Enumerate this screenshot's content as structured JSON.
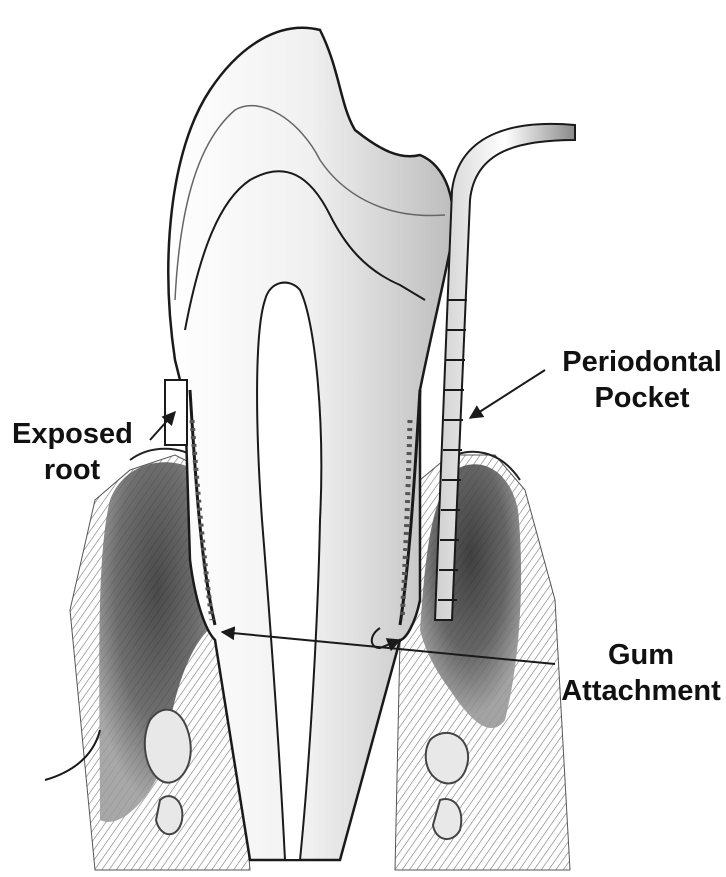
{
  "labels": {
    "exposed_root": [
      "Exposed",
      "root"
    ],
    "periodontal_pocket": [
      "Periodontal",
      "Pocket"
    ],
    "gum_attachment": [
      "Gum",
      "Attachment"
    ]
  },
  "colors": {
    "line": "#1a1a1a",
    "bone": "#3a3a3a",
    "enamel_shade": "#c9c9c9",
    "background": "#ffffff"
  }
}
